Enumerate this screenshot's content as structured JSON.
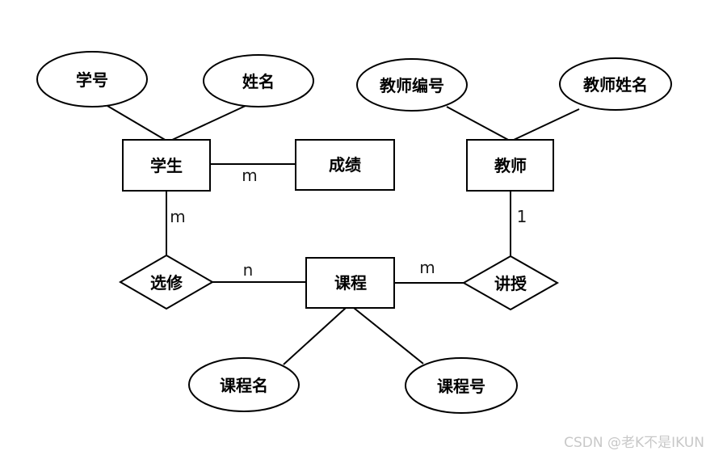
{
  "diagram": {
    "entities": {
      "student": {
        "label": "学生"
      },
      "grade": {
        "label": "成绩"
      },
      "teacher": {
        "label": "教师"
      },
      "course": {
        "label": "课程"
      }
    },
    "attributes": {
      "student_id": {
        "label": "学号"
      },
      "student_name": {
        "label": "姓名"
      },
      "teacher_id": {
        "label": "教师编号"
      },
      "teacher_name": {
        "label": "教师姓名"
      },
      "course_name": {
        "label": "课程名"
      },
      "course_id": {
        "label": "课程号"
      }
    },
    "relationships": {
      "enroll": {
        "label": "选修"
      },
      "teach": {
        "label": "讲授"
      }
    },
    "cardinalities": {
      "student_grade": "m",
      "student_enroll": "m",
      "enroll_course": "n",
      "course_teach": "m",
      "teacher_teach": "1"
    }
  },
  "watermark": {
    "text": "CSDN @老K不是IKUN"
  },
  "colors": {
    "stroke": "#000000",
    "background": "#ffffff",
    "watermark_gray": "#c8c8c8"
  }
}
